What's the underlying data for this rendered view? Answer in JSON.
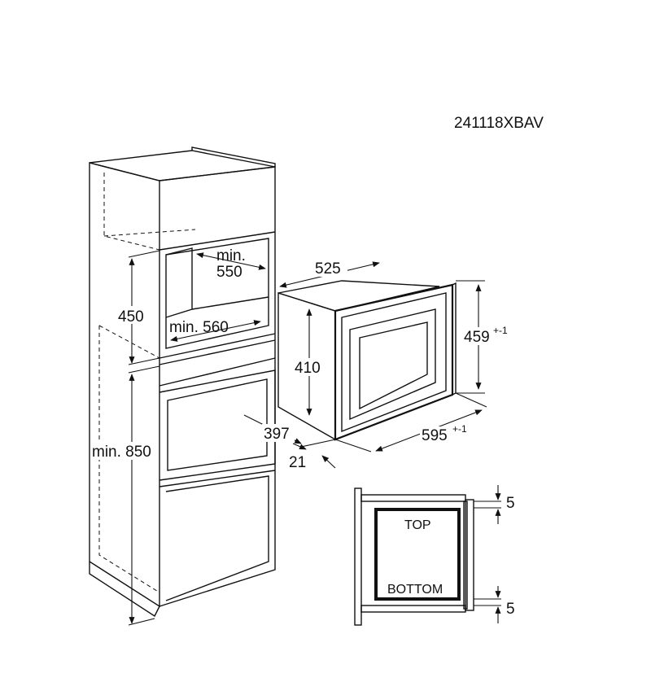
{
  "model_code": "241118XBAV",
  "cabinet": {
    "min_550_line1": "min.",
    "min_550_line2": "550",
    "min_560": "min. 560",
    "height_450": "450",
    "min_850": "min. 850"
  },
  "appliance": {
    "width_525": "525",
    "height_410": "410",
    "height_459": "459",
    "height_459_tol": "+-1",
    "width_595": "595",
    "width_595_tol": "+-1",
    "depth_397": "397",
    "depth_21": "21"
  },
  "detail": {
    "top_label": "TOP",
    "bottom_label": "BOTTOM",
    "gap_top": "5",
    "gap_bottom": "5"
  }
}
